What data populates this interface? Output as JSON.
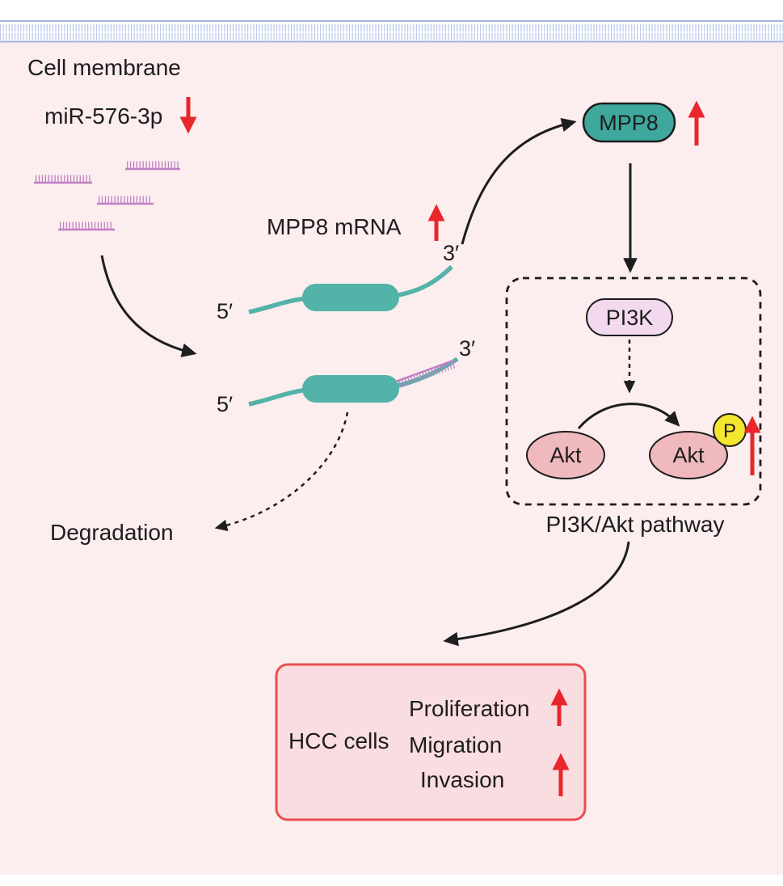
{
  "labels": {
    "cell_membrane": "Cell membrane",
    "mir": "miR-576-3p",
    "mpp8_mrna": "MPP8 mRNA",
    "five_prime_1": "5′",
    "three_prime_1": "3′",
    "five_prime_2": "5′",
    "three_prime_2": "3′",
    "mpp8": "MPP8",
    "degradation": "Degradation",
    "pi3k": "PI3K",
    "akt_left": "Akt",
    "akt_right": "Akt",
    "phospho": "P",
    "pathway_caption": "PI3K/Akt pathway",
    "hcc_cells": "HCC cells",
    "proliferation": "Proliferation",
    "migration": "Migration",
    "invasion": "Invasion"
  },
  "colors": {
    "background": "#fcedef",
    "membrane_blue": "#b9c7ec",
    "teal": "#53b3a8",
    "mirna_purple": "#c07fc5",
    "mpp8_fill": "#3fa89d",
    "pi3k_fill": "#f3d9ee",
    "akt_fill": "#efb9bd",
    "phospho_yellow": "#f4e62e",
    "red": "#e8262b",
    "hcc_border": "#e94f4f",
    "hcc_fill": "#fadde0",
    "line_black": "#1d1d1d"
  }
}
